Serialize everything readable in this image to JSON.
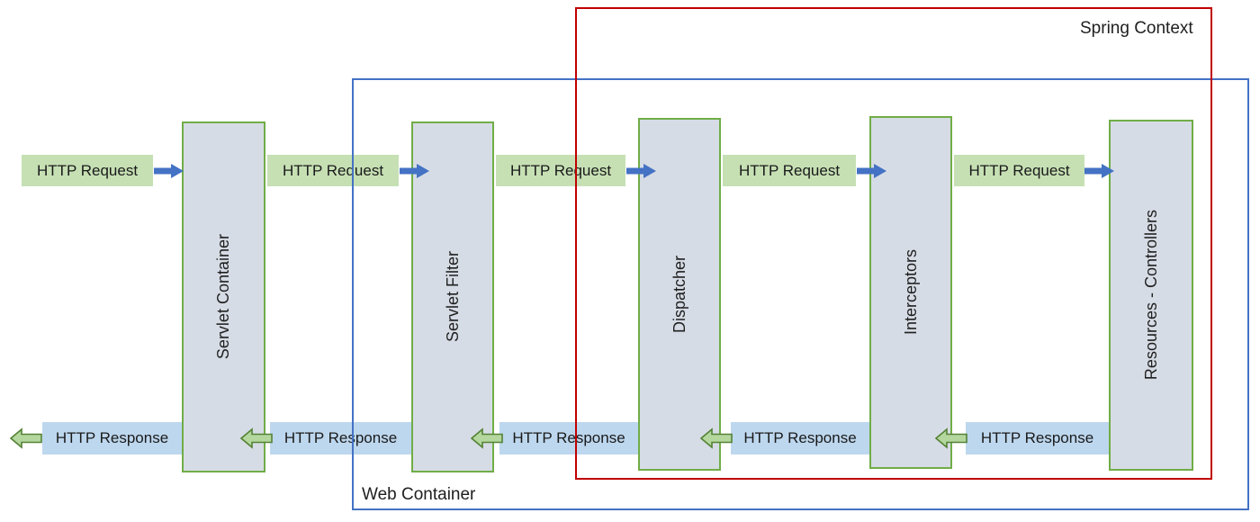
{
  "diagram": {
    "spring_context_label": "Spring Context",
    "web_container_label": "Web Container",
    "boxes": [
      {
        "label": "Servlet Container"
      },
      {
        "label": "Servlet Filter"
      },
      {
        "label": "Dispatcher"
      },
      {
        "label": "Interceptors"
      },
      {
        "label": "Resources - Controllers"
      }
    ],
    "request_labels": [
      "HTTP Request",
      "HTTP Request",
      "HTTP Request",
      "HTTP Request",
      "HTTP Request"
    ],
    "response_labels": [
      "HTTP Response",
      "HTTP Response",
      "HTTP Response",
      "HTTP Response",
      "HTTP Response"
    ],
    "colors": {
      "green_border": "#70ad47",
      "box_fill": "#d6dce5",
      "request_fill": "#c6e0b4",
      "response_fill": "#bdd7ee",
      "arrow_blue": "#4472c4",
      "resp_arrow_fill": "#b4d79e",
      "resp_arrow_stroke": "#548235",
      "spring_red": "#c00000",
      "web_blue": "#4472c4"
    }
  }
}
